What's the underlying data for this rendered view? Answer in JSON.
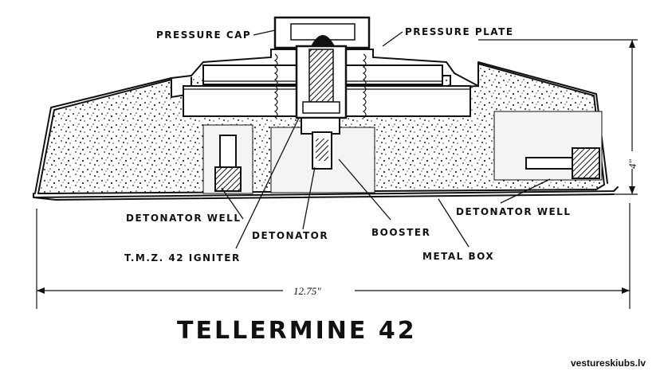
{
  "labels": {
    "pressure_cap": "PRESSURE CAP",
    "pressure_plate": "PRESSURE PLATE",
    "detonator_well_left": "DETONATOR WELL",
    "detonator_well_right": "DETONATOR WELL",
    "detonator": "DETONATOR",
    "booster": "BOOSTER",
    "igniter": "T.M.Z. 42 IGNITER",
    "metal_box": "METAL BOX"
  },
  "dimensions": {
    "height": "4\"",
    "width": "12.75\""
  },
  "title": "TELLERMINE 42",
  "watermark": "vestureskiubs.lv",
  "colors": {
    "ink": "#111111",
    "paper": "#ffffff"
  }
}
